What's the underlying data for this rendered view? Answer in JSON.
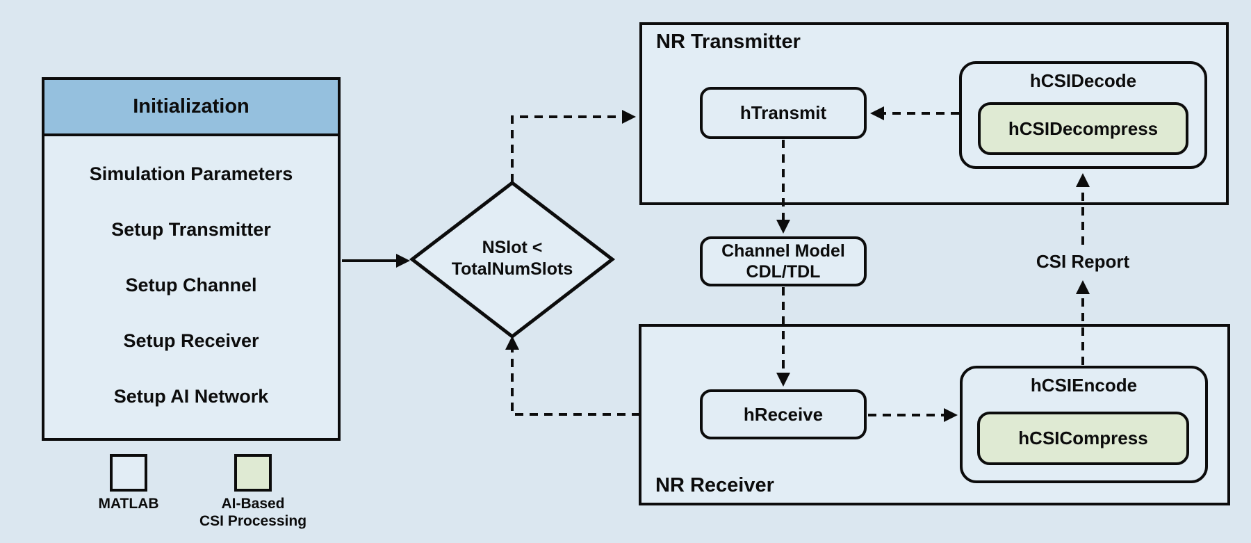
{
  "colors": {
    "background": "#dbe7f0",
    "box_fill": "#e2edf5",
    "header_blue": "#95c0de",
    "ai_green": "#dfead3",
    "ink": "#0c0c0c"
  },
  "initialization": {
    "title": "Initialization",
    "items": [
      "Simulation Parameters",
      "Setup Transmitter",
      "Setup Channel",
      "Setup Receiver",
      "Setup AI Network"
    ]
  },
  "legend": {
    "matlab_label": "MATLAB",
    "ai_label_line1": "AI-Based",
    "ai_label_line2": "CSI Processing"
  },
  "decision": {
    "line1": "NSlot <",
    "line2": "TotalNumSlots"
  },
  "nr_transmitter": {
    "title": "NR Transmitter",
    "htransmit_label": "hTransmit",
    "hcsidecode_label": "hCSIDecode",
    "hcsidecompress_label": "hCSIDecompress"
  },
  "channel_model": {
    "line1": "Channel Model",
    "line2": "CDL/TDL"
  },
  "csi_report_label": "CSI Report",
  "nr_receiver": {
    "title": "NR Receiver",
    "hreceive_label": "hReceive",
    "hcsiencode_label": "hCSIEncode",
    "hcsicompress_label": "hCSICompress"
  }
}
